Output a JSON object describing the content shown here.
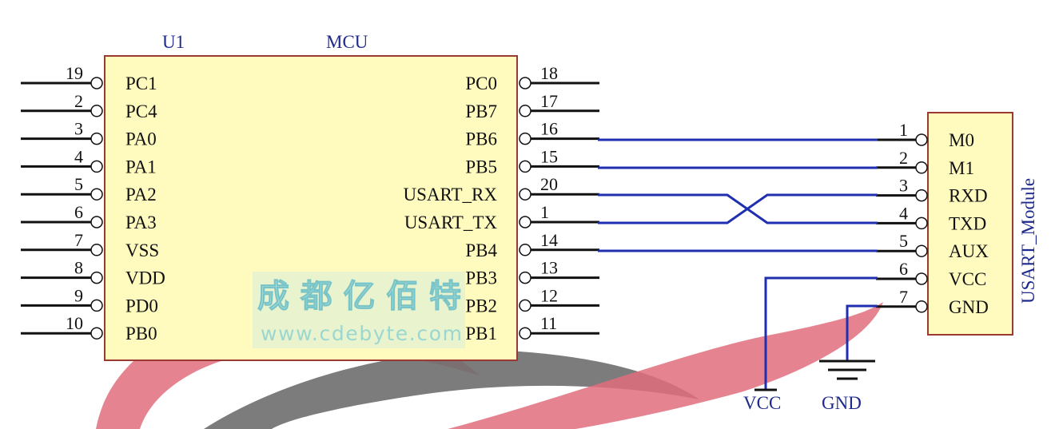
{
  "mcu": {
    "designator": "U1",
    "name": "MCU",
    "left_pins": [
      {
        "num": "19",
        "name": "PC1"
      },
      {
        "num": "2",
        "name": "PC4"
      },
      {
        "num": "3",
        "name": "PA0"
      },
      {
        "num": "4",
        "name": "PA1"
      },
      {
        "num": "5",
        "name": "PA2"
      },
      {
        "num": "6",
        "name": "PA3"
      },
      {
        "num": "7",
        "name": "VSS"
      },
      {
        "num": "8",
        "name": "VDD"
      },
      {
        "num": "9",
        "name": "PD0"
      },
      {
        "num": "10",
        "name": "PB0"
      }
    ],
    "right_pins": [
      {
        "num": "18",
        "name": "PC0"
      },
      {
        "num": "17",
        "name": "PB7"
      },
      {
        "num": "16",
        "name": "PB6"
      },
      {
        "num": "15",
        "name": "PB5"
      },
      {
        "num": "20",
        "name": "USART_RX"
      },
      {
        "num": "1",
        "name": "USART_TX"
      },
      {
        "num": "14",
        "name": "PB4"
      },
      {
        "num": "13",
        "name": "PB3"
      },
      {
        "num": "12",
        "name": "PB2"
      },
      {
        "num": "11",
        "name": "PB1"
      }
    ],
    "colors": {
      "body_fill": "#fffbbf",
      "body_stroke": "#9a3a32"
    }
  },
  "module": {
    "name": "USART_Module",
    "pins": [
      {
        "num": "1",
        "name": "M0"
      },
      {
        "num": "2",
        "name": "M1"
      },
      {
        "num": "3",
        "name": "RXD"
      },
      {
        "num": "4",
        "name": "TXD"
      },
      {
        "num": "5",
        "name": "AUX"
      },
      {
        "num": "6",
        "name": "VCC"
      },
      {
        "num": "7",
        "name": "GND"
      }
    ]
  },
  "connections": [
    {
      "from": "PB6",
      "to": "M0"
    },
    {
      "from": "PB5",
      "to": "M1"
    },
    {
      "from": "USART_RX",
      "to": "TXD"
    },
    {
      "from": "USART_TX",
      "to": "RXD"
    },
    {
      "from": "PB4",
      "to": "AUX"
    },
    {
      "from": "VCC",
      "to": "VCC"
    },
    {
      "from": "GND",
      "to": "GND"
    }
  ],
  "power": {
    "vcc_label": "VCC",
    "gnd_label": "GND"
  },
  "watermark": {
    "text": "成都亿佰特",
    "url": "www.cdebyte.com"
  },
  "colors": {
    "wire": "#1f2fb0",
    "label": "#1e2a8c",
    "swoosh_red": "#e06e7c",
    "swoosh_gray": "#6e6e6e"
  }
}
